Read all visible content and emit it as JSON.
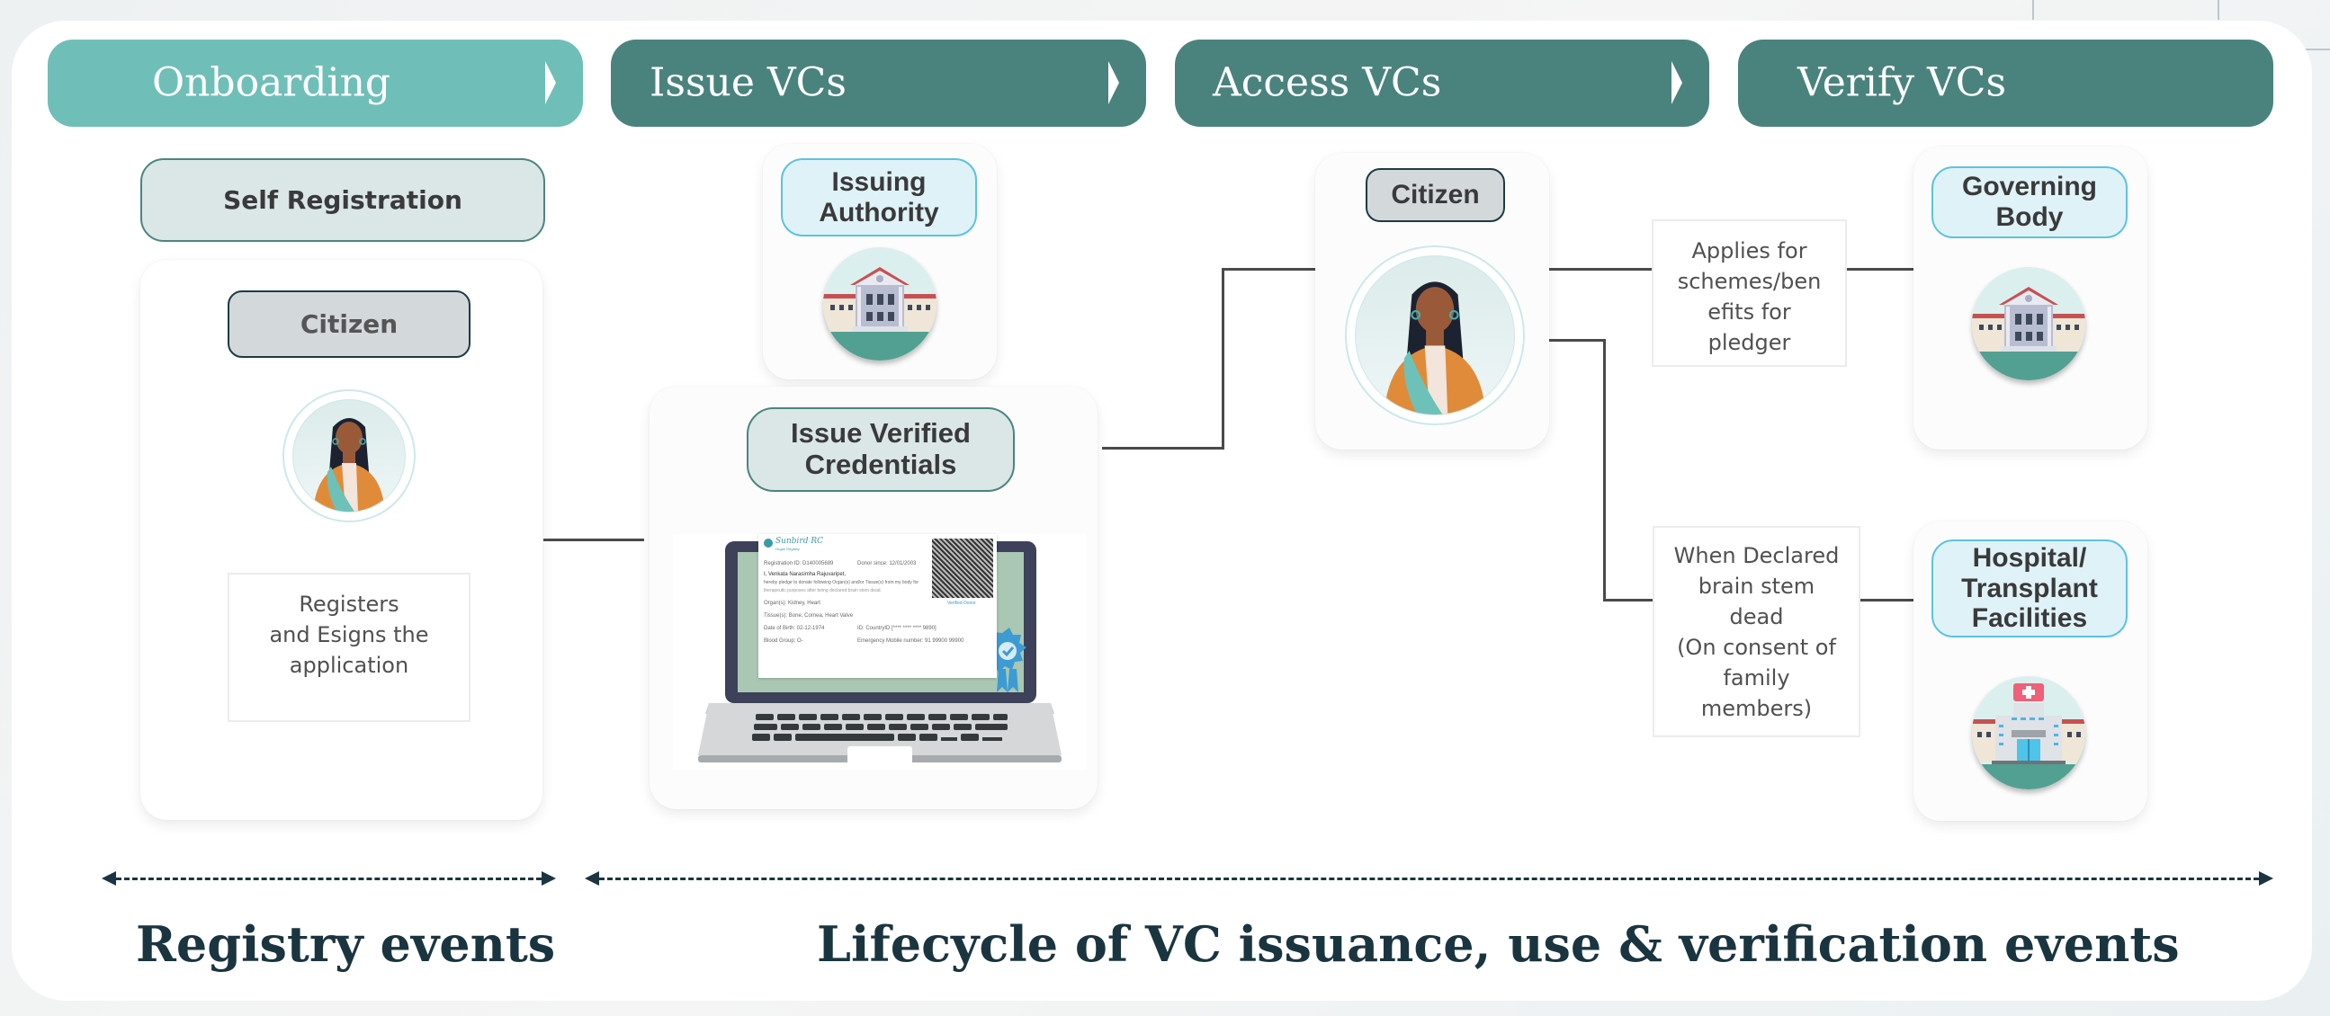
{
  "phases": [
    {
      "label": "Onboarding",
      "color": "#6fbfb8",
      "has_chevron": true
    },
    {
      "label": "Issue VCs",
      "color": "#4a837e",
      "has_chevron": true
    },
    {
      "label": "Access VCs",
      "color": "#4a837e",
      "has_chevron": true
    },
    {
      "label": "Verify VCs",
      "color": "#4a837e",
      "has_chevron": false
    }
  ],
  "onboarding": {
    "header": "Self Registration",
    "actor": "Citizen",
    "actor_icon": "citizen-avatar-icon",
    "action": "Registers\nand Esigns the\napplication"
  },
  "issue": {
    "authority": "Issuing\nAuthority",
    "authority_icon": "government-building-icon",
    "process": "Issue Verified\nCredentials",
    "laptop_icon": "laptop-certificate-icon",
    "certificate": {
      "brand": "Sunbird RC",
      "brand_sub": "Organ Registry",
      "registration_id": "Registration ID:  D140005689",
      "donor_since": "Donor since:  12/01/2003",
      "pledger": "I, Venkata Narasimha Rajuvaripet,",
      "pledge_line1": "hereby pledge to donate following Organ(s) and/or Tissue(s) from my body for",
      "pledge_line2": "therapeutic purposes after being declared brain stem dead.",
      "organs": "Organ(s):  Kidney, Heart",
      "tissues": "Tissue(s):  Bone, Cornea, Heart Valve",
      "dob": "Date of Birth:  02-12-1974",
      "id": "ID:  CountryID [**** **** **** 9890]",
      "blood_group": "Blood Group:  O-",
      "emergency": "Emergency Mobile number:  91 99900 99900",
      "verified": "Verified Donor"
    }
  },
  "access": {
    "actor": "Citizen",
    "actor_icon": "citizen-avatar-icon",
    "event_1": "Applies for\nschemes/ben\nefits for\npledger",
    "event_2": "When Declared\nbrain stem\ndead\n(On consent of\nfamily\nmembers)"
  },
  "verify": {
    "verifier_1": "Governing\nBody",
    "verifier_1_icon": "government-building-icon",
    "verifier_2": "Hospital/\nTransplant\nFacilities",
    "verifier_2_icon": "hospital-icon"
  },
  "footer": {
    "left": "Registry events",
    "right": "Lifecycle of VC issuance, use & verification events"
  }
}
